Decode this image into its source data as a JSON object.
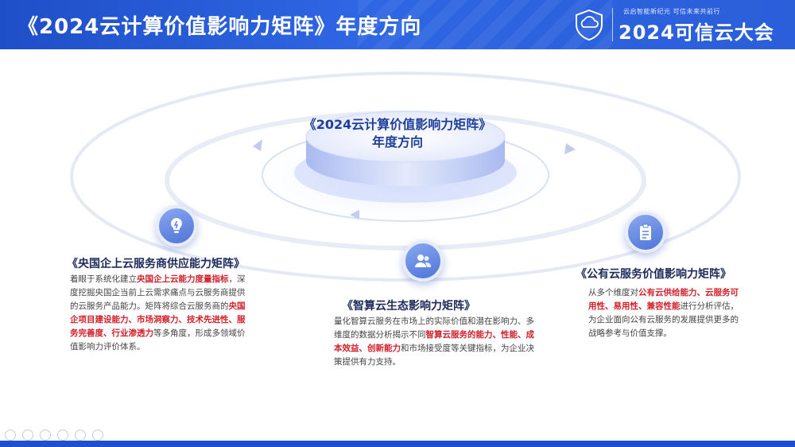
{
  "header": {
    "title": "《2024云计算价值影响力矩阵》年度方向",
    "slogan": "云启智能新纪元   可信未来共前行",
    "brand": "2024可信云大会",
    "logo_icon": "cloud-shield-icon"
  },
  "center": {
    "title_line1": "《2024云计算价值影响力矩阵》",
    "title_line2": "年度方向"
  },
  "sections": {
    "left": {
      "icon": "lightbulb-icon",
      "title": "《央国企上云服务商供应能力矩阵》",
      "body": [
        {
          "t": "着眼于系统化建立"
        },
        {
          "t": "央国企上云能力度量指标",
          "h": true
        },
        {
          "t": "，深度挖掘央国企当前上云需求痛点与云服务商提供的云服务产品能力。矩阵将综合云服务商的"
        },
        {
          "t": "央国企项目建设能力、市场洞察力、技术先进性、服务完善度、行业渗透力",
          "h": true
        },
        {
          "t": "等多角度，形成多领域价值影响力评价体系。"
        }
      ]
    },
    "middle": {
      "icon": "users-icon",
      "title": "《智算云生态影响力矩阵》",
      "body": [
        {
          "t": "量化智算云服务在市场上的实际价值和潜在影响力、多维度的数据分析揭示不同"
        },
        {
          "t": "智算云服务的能力、性能、成本效益、创新能力",
          "h": true
        },
        {
          "t": "和市场接受度等关键指标，为企业决策提供有力支持。"
        }
      ]
    },
    "right": {
      "icon": "clipboard-icon",
      "title": "《公有云服务价值影响力矩阵》",
      "body": [
        {
          "t": "从多个维度对"
        },
        {
          "t": "公有云供给能力、云服务可用性、易用性、兼容性能",
          "h": true
        },
        {
          "t": "进行分析评估，为企业面向公有云服务的发展提供更多的战略参考与价值支撑。"
        }
      ]
    }
  },
  "controls": [
    "prev-icon",
    "play-icon",
    "pen-icon",
    "present-icon",
    "zoom-icon",
    "more-icon"
  ]
}
